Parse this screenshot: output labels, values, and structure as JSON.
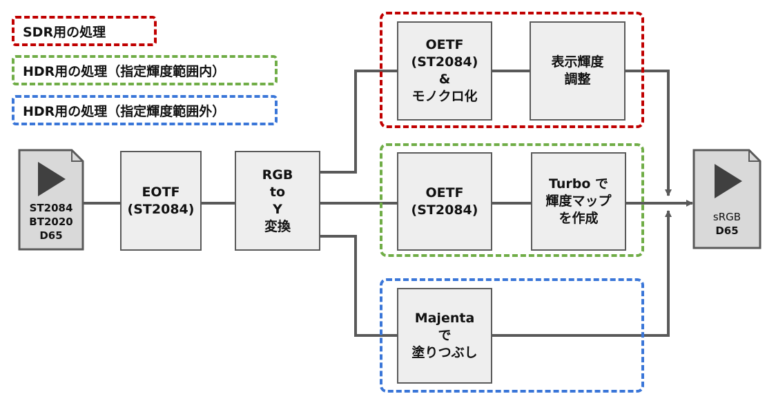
{
  "legend": {
    "sdr": "SDR用の処理",
    "hdr_in": "HDR用の処理（指定輝度範囲内）",
    "hdr_out": "HDR用の処理（指定輝度範囲外）"
  },
  "colors": {
    "sdr": "#c00000",
    "hdr_in": "#70ad47",
    "hdr_out": "#3a76d8",
    "box_fill": "#eeeeee",
    "line": "#595959",
    "file_fill": "#d9d9d9"
  },
  "input_file": {
    "label": "ST2084\nBT2020\nD65",
    "icon": "play-file-icon"
  },
  "output_file": {
    "label_top": "sRGB",
    "label_bottom": "D65",
    "icon": "play-file-icon"
  },
  "blocks": {
    "eotf": "EOTF\n(ST2084)",
    "rgb_to_y": "RGB\nto\nY\n変換",
    "oetf_mono": "OETF\n(ST2084)\n&\nモノクロ化",
    "display_adjust": "表示輝度\n調整",
    "oetf": "OETF\n(ST2084)",
    "turbo": "Turbo で\n輝度マップ\nを作成",
    "majenta": "Majenta\nで\n塗りつぶし"
  }
}
